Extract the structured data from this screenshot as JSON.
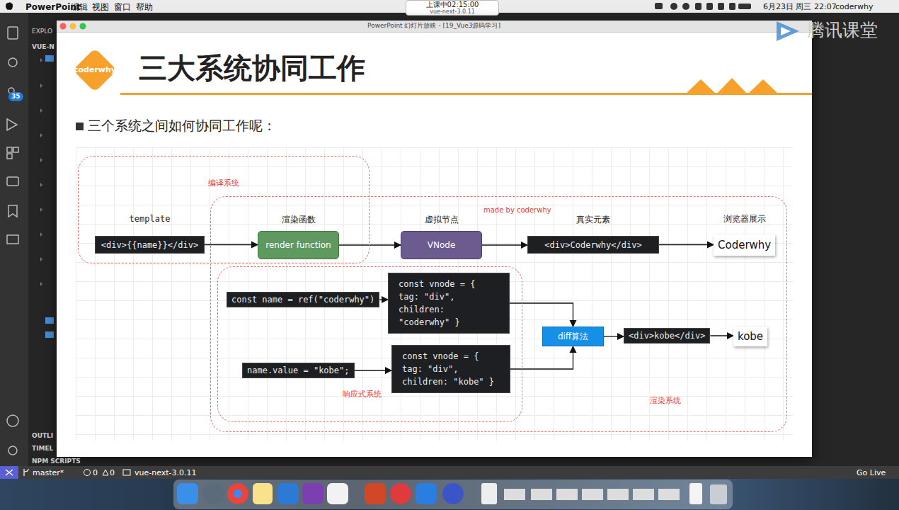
{
  "diagram": {
    "title": "三大系统协同工作",
    "nodes": [
      {
        "text": [
          "编译系统"
        ]
      },
      {
        "text": [
          "template",
          "<div>{{name}}</div>"
        ],
        "in": 0
      },
      {
        "text": [
          "渲染系统"
        ]
      },
      {
        "text": [
          "渲染函数",
          "render function"
        ],
        "in": 0
      },
      {
        "text": [
          "虚拟节点",
          "VNode"
        ],
        "in": 2
      },
      {
        "text": [
          "真实元素",
          "<div>Coderwhy</div>"
        ],
        "in": 2
      },
      {
        "text": [
          "浏览器展示",
          "Coderwhy"
        ],
        "in": 2
      },
      {
        "text": [
          "响应式系统"
        ],
        "in": 2
      },
      {
        "text": [
          "const name = ref(\"coderwhy\")"
        ],
        "in": 7
      },
      {
        "text": [
          "const vnode = { tag: \"div\", children: \"coderwhy\" }"
        ],
        "in": 7
      },
      {
        "text": [
          "name.value = \"kobe\";"
        ],
        "in": 7
      },
      {
        "text": [
          "const vnode = { tag: \"div\", children: \"kobe\" }"
        ],
        "in": 7
      },
      {
        "text": [
          "diff算法"
        ],
        "in": 2
      },
      {
        "text": [
          "<div>kobe</div>"
        ],
        "in": 2
      },
      {
        "text": [
          "kobe"
        ],
        "in": 2
      }
    ],
    "edges": [
      {
        "from": 1,
        "to": 3,
        "arrow": "to"
      },
      {
        "from": 3,
        "to": 4,
        "arrow": "to"
      },
      {
        "from": 4,
        "to": 5,
        "arrow": "to"
      },
      {
        "from": 5,
        "to": 6,
        "arrow": "to"
      },
      {
        "from": 8,
        "to": 9,
        "arrow": "to"
      },
      {
        "from": 10,
        "to": 11,
        "arrow": "to"
      },
      {
        "from": 9,
        "to": 12,
        "arrow": "to"
      },
      {
        "from": 11,
        "to": 12,
        "arrow": "to"
      },
      {
        "from": 12,
        "to": 13,
        "arrow": "to"
      },
      {
        "from": 13,
        "to": 14,
        "arrow": "to"
      }
    ],
    "labels": [
      "PowerPoint",
      "编辑",
      "视图",
      "窗口",
      "帮助",
      "上课中02:15:00",
      "vue-next-3.0.11",
      "6月23日 周三 22:07",
      "coderwhy",
      "PowerPoint 幻灯片放映 - [19_Vue3源码学习]",
      "腾讯课堂",
      "EXPLO",
      "VUE-N",
      "35",
      "OUTLI",
      "TIMEL",
      "NPM SCRIPTS",
      "master*",
      "0",
      "0",
      "vue-next-3.0.11",
      "Go Live",
      "coderwhy",
      "三个系统之间如何协同工作呢：",
      "made by coderwhy"
    ]
  }
}
